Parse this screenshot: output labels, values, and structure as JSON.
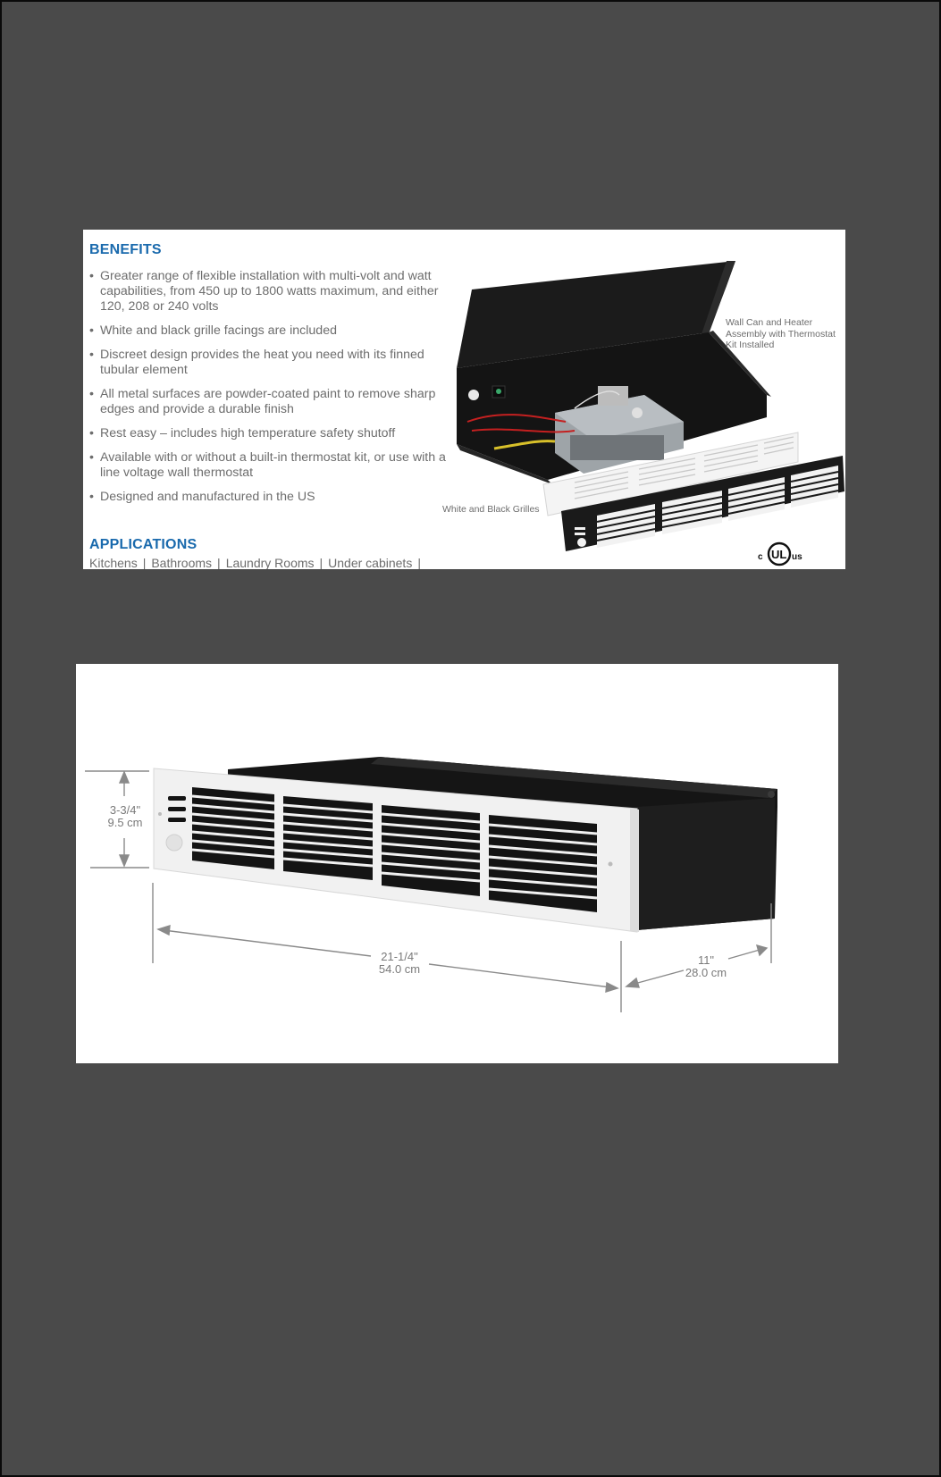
{
  "benefits": {
    "heading": "BENEFITS",
    "items": [
      "Greater range of flexible installation with multi-volt and watt capabilities, from 450 up to 1800 watts maximum, and either 120, 208 or 240 volts",
      "White and black grille facings are included",
      "Discreet design provides the heat you need with its finned tubular element",
      "All metal surfaces are powder-coated paint to remove sharp edges and provide a durable finish",
      "Rest easy – includes high temperature safety shutoff",
      "Available with or without a built-in thermostat kit, or use with a line voltage wall thermostat",
      "Designed and manufactured in the US"
    ]
  },
  "applications": {
    "heading": "APPLICATIONS",
    "items": [
      "Kitchens",
      "Bathrooms",
      "Laundry Rooms",
      "Under cabinets"
    ],
    "separator": "|"
  },
  "top_image": {
    "caption_wallcan": "Wall Can and Heater Assembly with Thermostat Kit Installed",
    "caption_grilles": "White and Black Grilles",
    "certification": {
      "left": "c",
      "center": "UL",
      "right": "us"
    }
  },
  "dimension_drawing": {
    "height": {
      "imperial": "3-3/4\"",
      "metric": "9.5 cm"
    },
    "width": {
      "imperial": "21-1/4\"",
      "metric": "54.0 cm"
    },
    "depth": {
      "imperial": "11\"",
      "metric": "28.0 cm"
    }
  },
  "colors": {
    "background": "#4a4a4a",
    "heading_blue": "#1a6aad",
    "body_text": "#6d6d6d",
    "panel": "#ffffff"
  }
}
